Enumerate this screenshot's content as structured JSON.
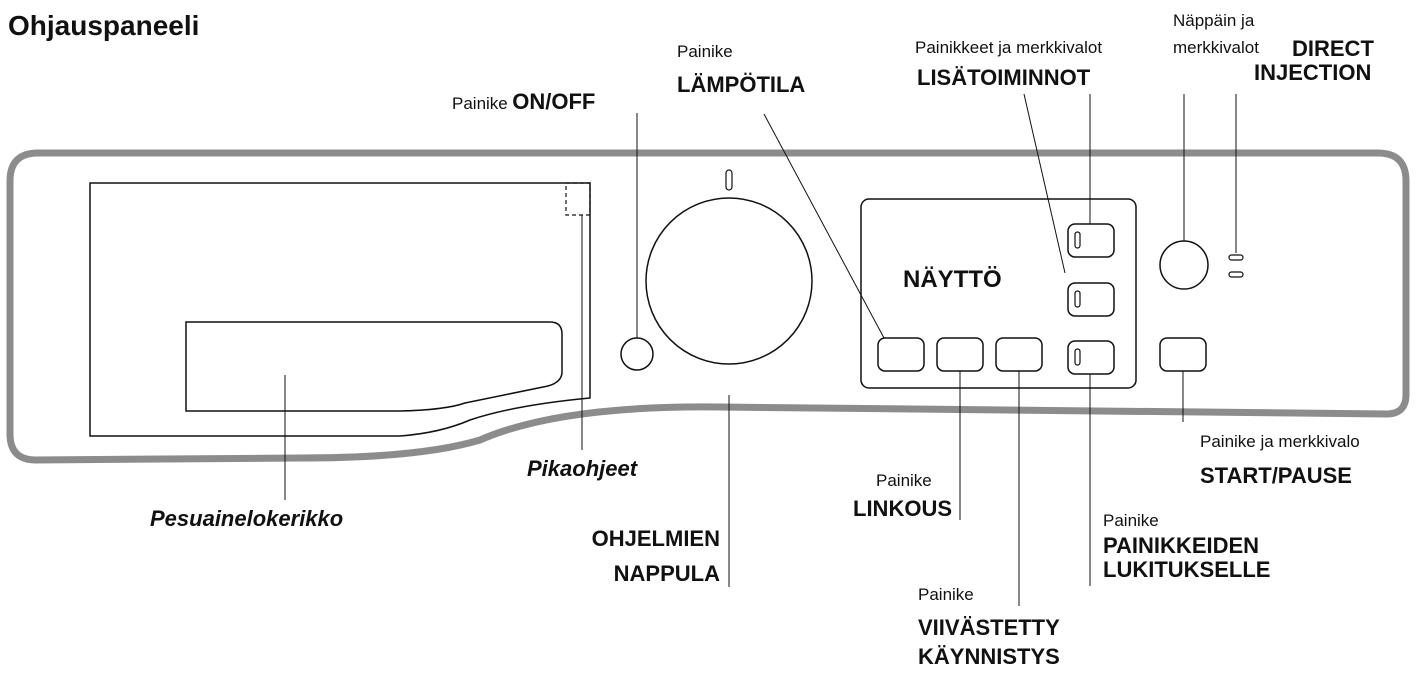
{
  "title": "Ohjauspaneeli",
  "display_label": "NÄYTTÖ",
  "labels": {
    "on_off": {
      "prefix": "Painike",
      "name": "ON/OFF"
    },
    "temperature": {
      "prefix": "Painike",
      "name": "LÄMPÖTILA"
    },
    "options": {
      "prefix": "Painikkeet ja merkkivalot",
      "name": "LISÄTOIMINNOT"
    },
    "direct_injection": {
      "prefix_line1": "Näppäin ja",
      "prefix_line2": "merkkivalot",
      "name_line1": "DIRECT",
      "name_line2": "INJECTION"
    },
    "start_pause": {
      "prefix": "Painike ja merkkivalo",
      "name": "START/PAUSE"
    },
    "key_lock": {
      "prefix": "Painike",
      "name_line1": "PAINIKKEIDEN",
      "name_line2": "LUKITUKSELLE"
    },
    "delayed_start": {
      "prefix": "Painike",
      "name_line1": "VIIVÄSTETTY",
      "name_line2": "KÄYNNISTYS"
    },
    "spin": {
      "prefix": "Painike",
      "name": "LINKOUS"
    },
    "program_knob": {
      "name_line1": "OHJELMIEN",
      "name_line2": "NAPPULA"
    },
    "quick_guide": {
      "name": "Pikaohjeet"
    },
    "detergent_drawer": {
      "name": "Pesuainelokerikko"
    }
  }
}
